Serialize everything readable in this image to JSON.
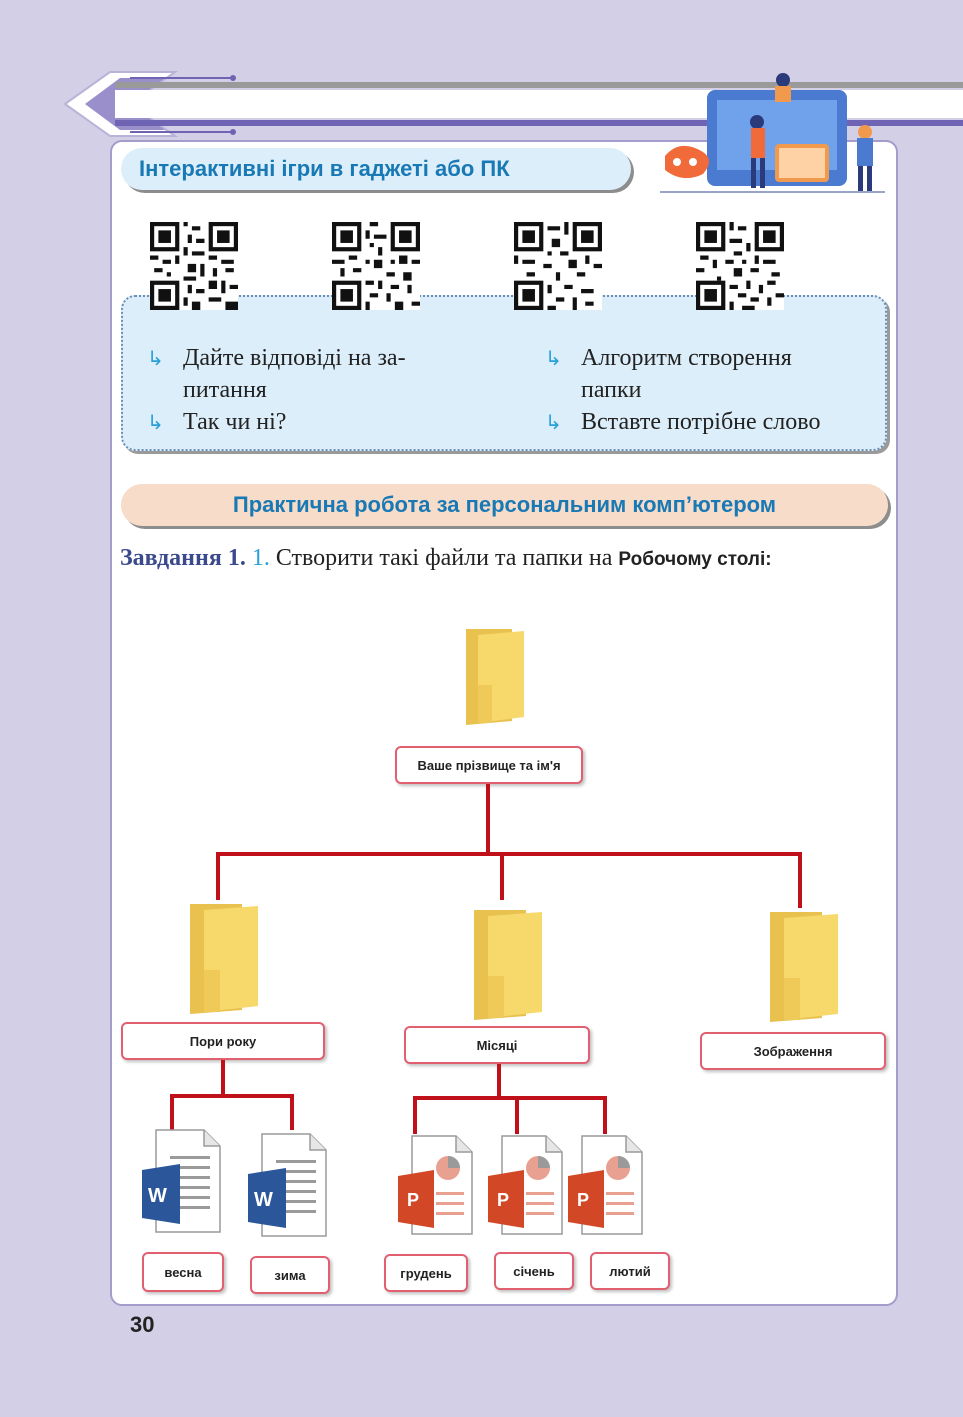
{
  "header": {
    "title": "Інтерактивні ігри в гаджеті або ПК"
  },
  "interactive": {
    "items": [
      {
        "text": "Дайте відповіді на за-\nпитання"
      },
      {
        "text": "Так чи ні?"
      },
      {
        "text": "Алгоритм створення\nпапки"
      },
      {
        "text": "Вставте потрібне слово"
      }
    ]
  },
  "practical": {
    "title": "Практична робота за персональним комп’ютером"
  },
  "task": {
    "label": "Завдання 1.",
    "number": "1.",
    "text": "Створити такі файли та папки на",
    "desktop": "Робочому столі",
    "colon": ":"
  },
  "tree": {
    "root": "Ваше прізвище та ім'я",
    "folders": [
      "Пори року",
      "Місяці",
      "Зображення"
    ],
    "seasons_files": [
      "весна",
      "зима"
    ],
    "months_files": [
      "грудень",
      "січень",
      "лютий"
    ]
  },
  "footer": {
    "page_number": "30"
  },
  "colors": {
    "accent_blue": "#1979b5",
    "tree_red": "#c0101a",
    "folder_yellow": "#f6d86b"
  }
}
